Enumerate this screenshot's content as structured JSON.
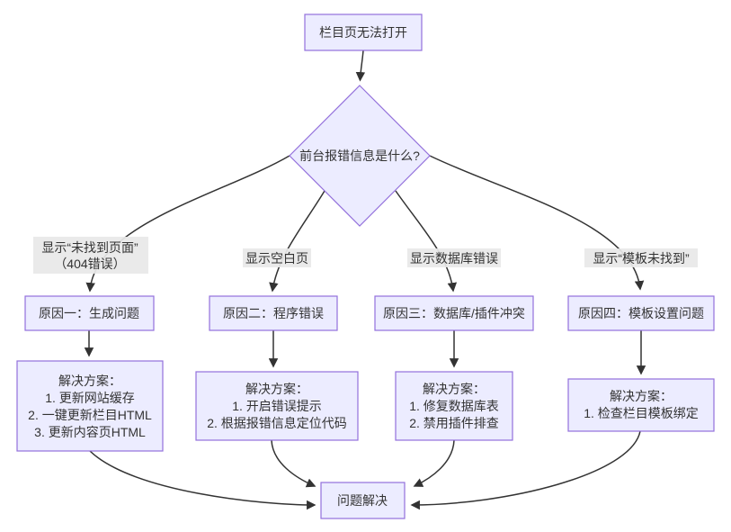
{
  "flow": {
    "start": "栏目页无法打开",
    "decision": "前台报错信息是什么?",
    "branches": [
      {
        "edge_label": [
          "显示“未找到页面”",
          "（404错误）"
        ],
        "cause": "原因一：生成问题",
        "solution": [
          "解决方案：",
          "1. 更新网站缓存",
          "2. 一键更新栏目HTML",
          "3. 更新内容页HTML"
        ]
      },
      {
        "edge_label": [
          "显示空白页"
        ],
        "cause": "原因二：程序错误",
        "solution": [
          "解决方案：",
          "1. 开启错误提示",
          "2. 根据报错信息定位代码"
        ]
      },
      {
        "edge_label": [
          "显示数据库错误"
        ],
        "cause": "原因三：数据库/插件冲突",
        "solution": [
          "解决方案：",
          "1. 修复数据库表",
          "2. 禁用插件排查"
        ]
      },
      {
        "edge_label": [
          "显示“模板未找到”"
        ],
        "cause": "原因四：模板设置问题",
        "solution": [
          "解决方案：",
          "1. 检查栏目模板绑定"
        ]
      }
    ],
    "end": "问题解决",
    "colors": {
      "node_fill": "#ECECFF",
      "node_border": "#9370DB",
      "edge": "#333333",
      "edge_label_bg": "#e8e8e8",
      "text": "#333333"
    }
  }
}
